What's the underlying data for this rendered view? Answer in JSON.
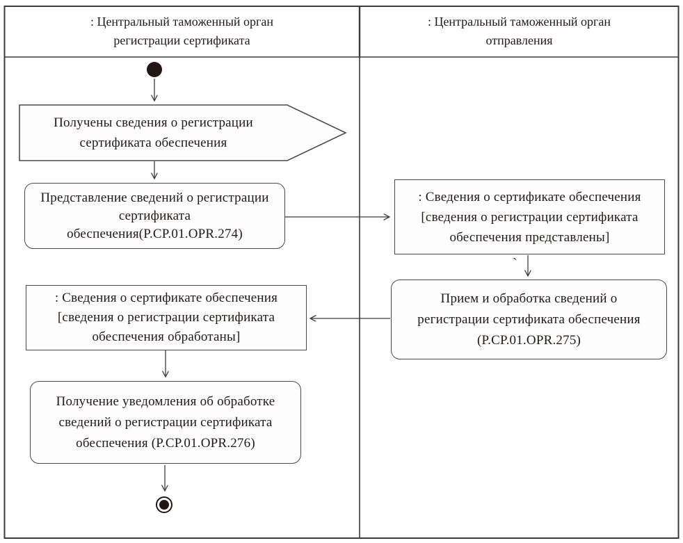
{
  "diagram": {
    "kind": "uml-activity-swimlanes",
    "lanes": [
      {
        "title": [
          ": Центральный таможенный орган",
          "регистрации сертификата"
        ]
      },
      {
        "title": [
          ": Центральный таможенный орган",
          "отправления"
        ]
      }
    ],
    "nodes": {
      "signal_received": {
        "type": "signal-receipt",
        "lines": [
          "Получены сведения о регистрации",
          "сертификата обеспечения"
        ]
      },
      "action_274": {
        "type": "action",
        "lines": [
          "Представление сведений о регистрации",
          "сертификата",
          "обеспечения(P.CP.01.OPR.274)"
        ]
      },
      "object_presented": {
        "type": "object-state",
        "lines": [
          ": Сведения о сертификате обеспечения",
          "[сведения о регистрации сертификата",
          "обеспечения представлены]"
        ]
      },
      "action_275": {
        "type": "action",
        "lines": [
          "Прием и обработка сведений о",
          "регистрации сертификата обеспечения",
          "(P.CP.01.OPR.275)"
        ]
      },
      "object_processed": {
        "type": "object-state",
        "lines": [
          ": Сведения о сертификате обеспечения",
          "[сведения о регистрации сертификата",
          "обеспечения обработаны]"
        ]
      },
      "action_276": {
        "type": "action",
        "lines": [
          "Получение уведомления об обработке",
          "сведений о регистрации сертификата",
          "обеспечения (P.CP.01.OPR.276)"
        ]
      }
    },
    "annotations": {
      "tick": "`"
    },
    "colors": {
      "line": "#3b3b3b",
      "node_border": "#4a4a4a",
      "node_fill": "#fdfdfd",
      "terminal_node": "#241712",
      "text": "#1e1a17"
    }
  }
}
